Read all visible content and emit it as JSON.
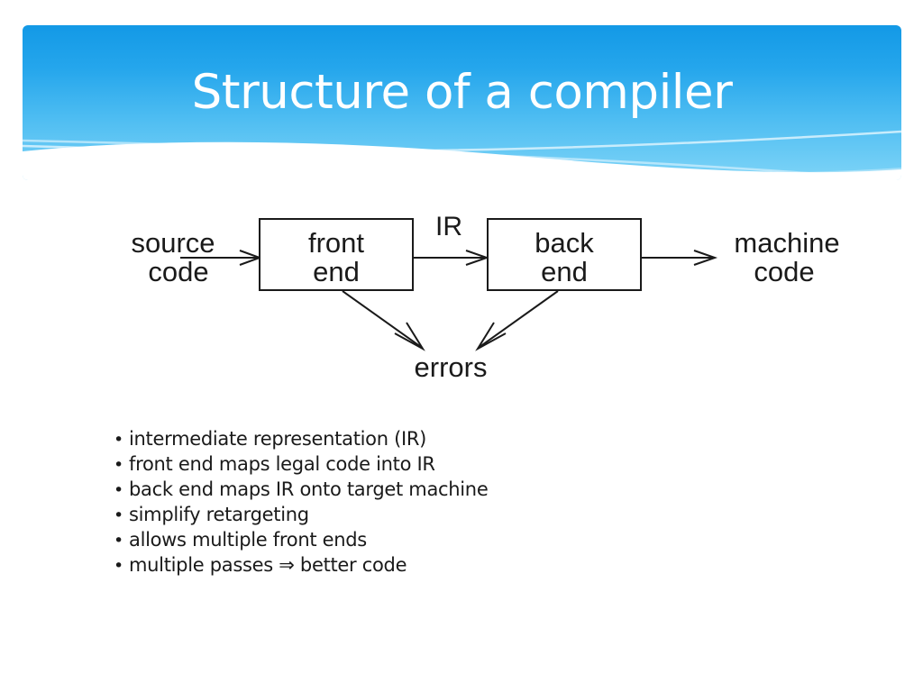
{
  "slide": {
    "title": "Structure of a compiler",
    "background_color": "#ffffff",
    "banner": {
      "gradient_top_color": "#1399e6",
      "gradient_bottom_color": "#7ed4f7",
      "wave_color": "#ffffff",
      "accent_line_color": "#cdeefc"
    },
    "title_color": "#ffffff"
  },
  "diagram": {
    "type": "flow-diagram",
    "nodes": [
      {
        "id": "source-code",
        "label_line1": "source",
        "label_line2": "code",
        "shape": "text"
      },
      {
        "id": "front-end",
        "label_line1": "front",
        "label_line2": "end",
        "shape": "box"
      },
      {
        "id": "back-end",
        "label_line1": "back",
        "label_line2": "end",
        "shape": "box"
      },
      {
        "id": "machine-code",
        "label_line1": "machine",
        "label_line2": "code",
        "shape": "text"
      },
      {
        "id": "errors",
        "label_line1": "errors",
        "shape": "text"
      }
    ],
    "edge_labels": [
      {
        "id": "ir-label",
        "label": "IR"
      }
    ],
    "edges": [
      {
        "from": "source-code",
        "to": "front-end"
      },
      {
        "from": "front-end",
        "to": "back-end",
        "label": "IR"
      },
      {
        "from": "back-end",
        "to": "machine-code"
      },
      {
        "from": "front-end",
        "to": "errors"
      },
      {
        "from": "back-end",
        "to": "errors"
      }
    ],
    "stroke_color": "#1a1a1a"
  },
  "bullets": [
    {
      "marker": "•",
      "text": "intermediate representation (IR)"
    },
    {
      "marker": "•",
      "text": "front end maps legal code into IR"
    },
    {
      "marker": "•",
      "text": "back end maps IR onto target machine"
    },
    {
      "marker": "•",
      "text": "simplify retargeting"
    },
    {
      "marker": "•",
      "text": "allows multiple front ends"
    },
    {
      "marker": "•",
      "text": "multiple passes ⇒ better code"
    }
  ]
}
